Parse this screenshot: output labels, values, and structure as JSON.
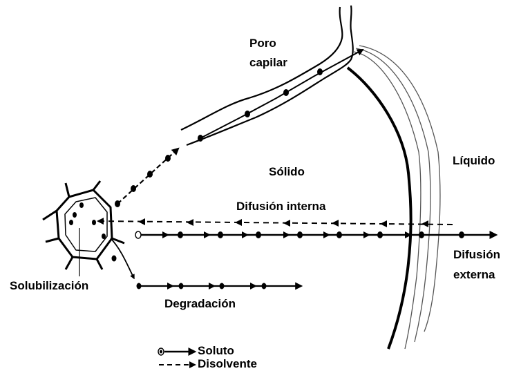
{
  "labels": {
    "poro_line1": "Poro",
    "poro_line2": "capilar",
    "solido": "Sólido",
    "liquido": "Líquido",
    "difusion_interna": "Difusión interna",
    "difusion_externa_line1": "Difusión",
    "difusion_externa_line2": "externa",
    "solubilizacion": "Solubilización",
    "degradacion": "Degradación"
  },
  "legend": {
    "soluto": "Soluto",
    "disolvente": "Disolvente"
  },
  "colors": {
    "ink": "#000000",
    "background": "#ffffff",
    "liquid_lines": "#555555"
  }
}
